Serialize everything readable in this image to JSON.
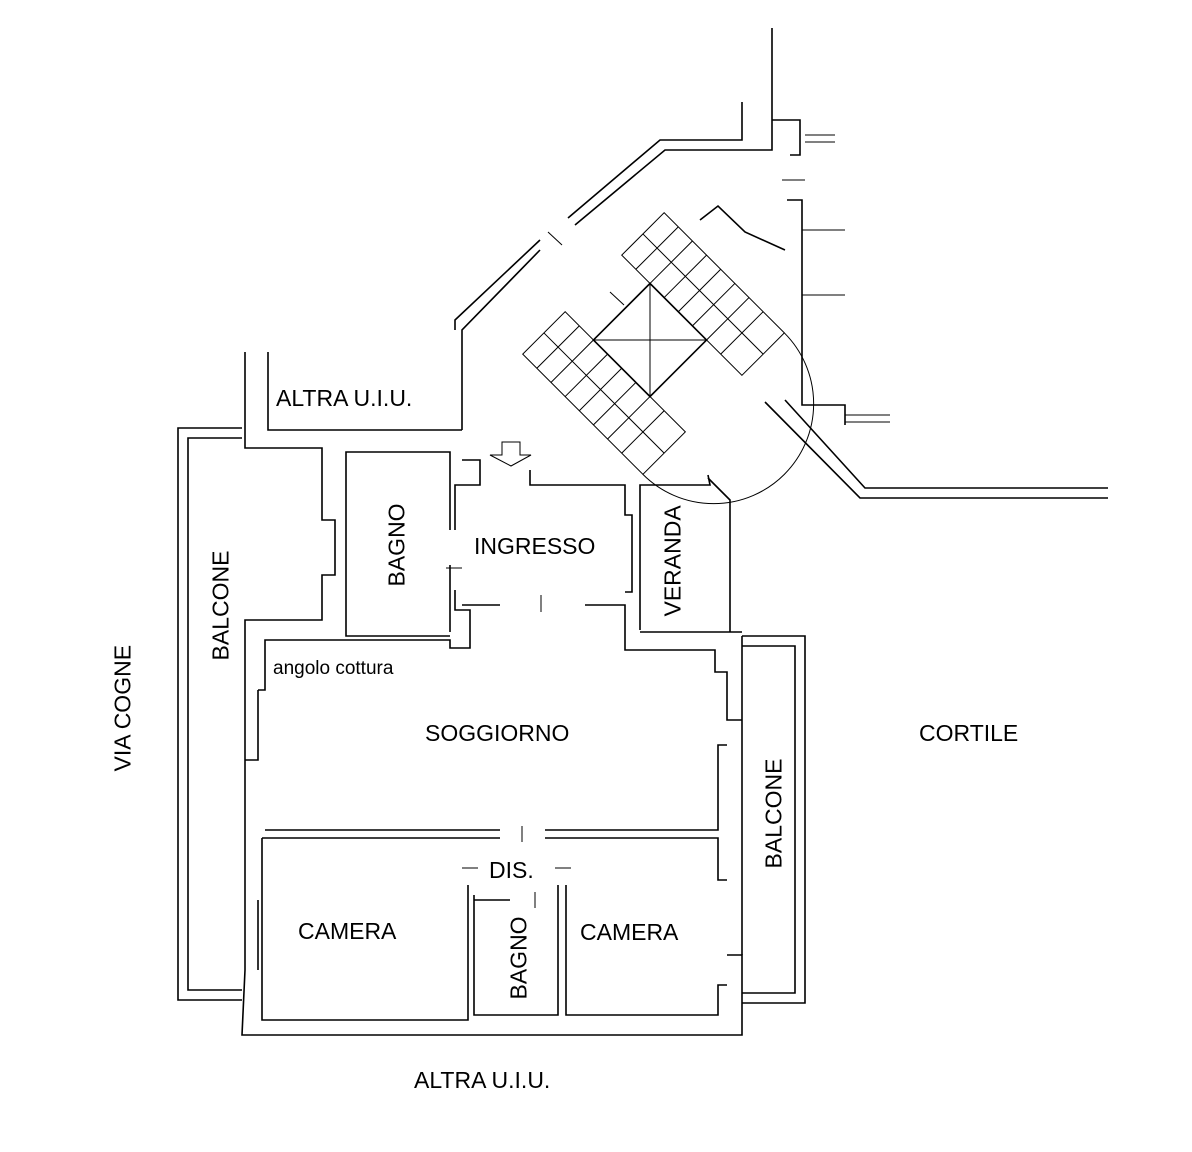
{
  "plan": {
    "rooms": {
      "altra_top": "ALTRA U.I.U.",
      "bagno_top": "BAGNO",
      "ingresso": "INGRESSO",
      "veranda": "VERANDA",
      "balcone_left": "BALCONE",
      "angolo_cottura": "angolo cottura",
      "soggiorno": "SOGGIORNO",
      "cortile": "CORTILE",
      "via": "VIA COGNE",
      "balcone_right": "BALCONE",
      "dis": "DIS.",
      "camera_left": "CAMERA",
      "camera_right": "CAMERA",
      "bagno_bottom": "BAGNO",
      "altra_bottom": "ALTRA U.I.U."
    }
  }
}
